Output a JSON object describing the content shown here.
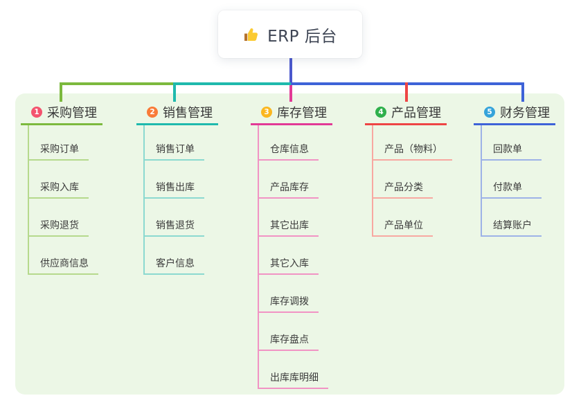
{
  "root": {
    "icon": "thumbs-up-icon",
    "label": "ERP 后台",
    "line_color": "#4b58cd"
  },
  "panel": {
    "bg": "#ecf7e6"
  },
  "branches": [
    {
      "number": "1",
      "title": "采购管理",
      "badge_color": "#f4536e",
      "color": "#7cb93e",
      "light_color": "#b5d98c",
      "children": [
        "采购订单",
        "采购入库",
        "采购退货",
        "供应商信息"
      ]
    },
    {
      "number": "2",
      "title": "销售管理",
      "badge_color": "#f97b38",
      "color": "#1fb9ad",
      "light_color": "#8bd9d0",
      "children": [
        "销售订单",
        "销售出库",
        "销售退货",
        "客户信息"
      ]
    },
    {
      "number": "3",
      "title": "库存管理",
      "badge_color": "#fbb71f",
      "color": "#e23a96",
      "light_color": "#f193c4",
      "children": [
        "仓库信息",
        "产品库存",
        "其它出库",
        "其它入库",
        "库存调拨",
        "库存盘点",
        "出库库明细"
      ]
    },
    {
      "number": "4",
      "title": "产品管理",
      "badge_color": "#2fb04c",
      "color": "#ee4545",
      "light_color": "#f8a8a1",
      "children": [
        "产品（物料）",
        "产品分类",
        "产品单位"
      ]
    },
    {
      "number": "5",
      "title": "财务管理",
      "badge_color": "#35a3da",
      "color": "#3e63d8",
      "light_color": "#9db2e7",
      "children": [
        "回款单",
        "付款单",
        "结算账户"
      ]
    }
  ]
}
